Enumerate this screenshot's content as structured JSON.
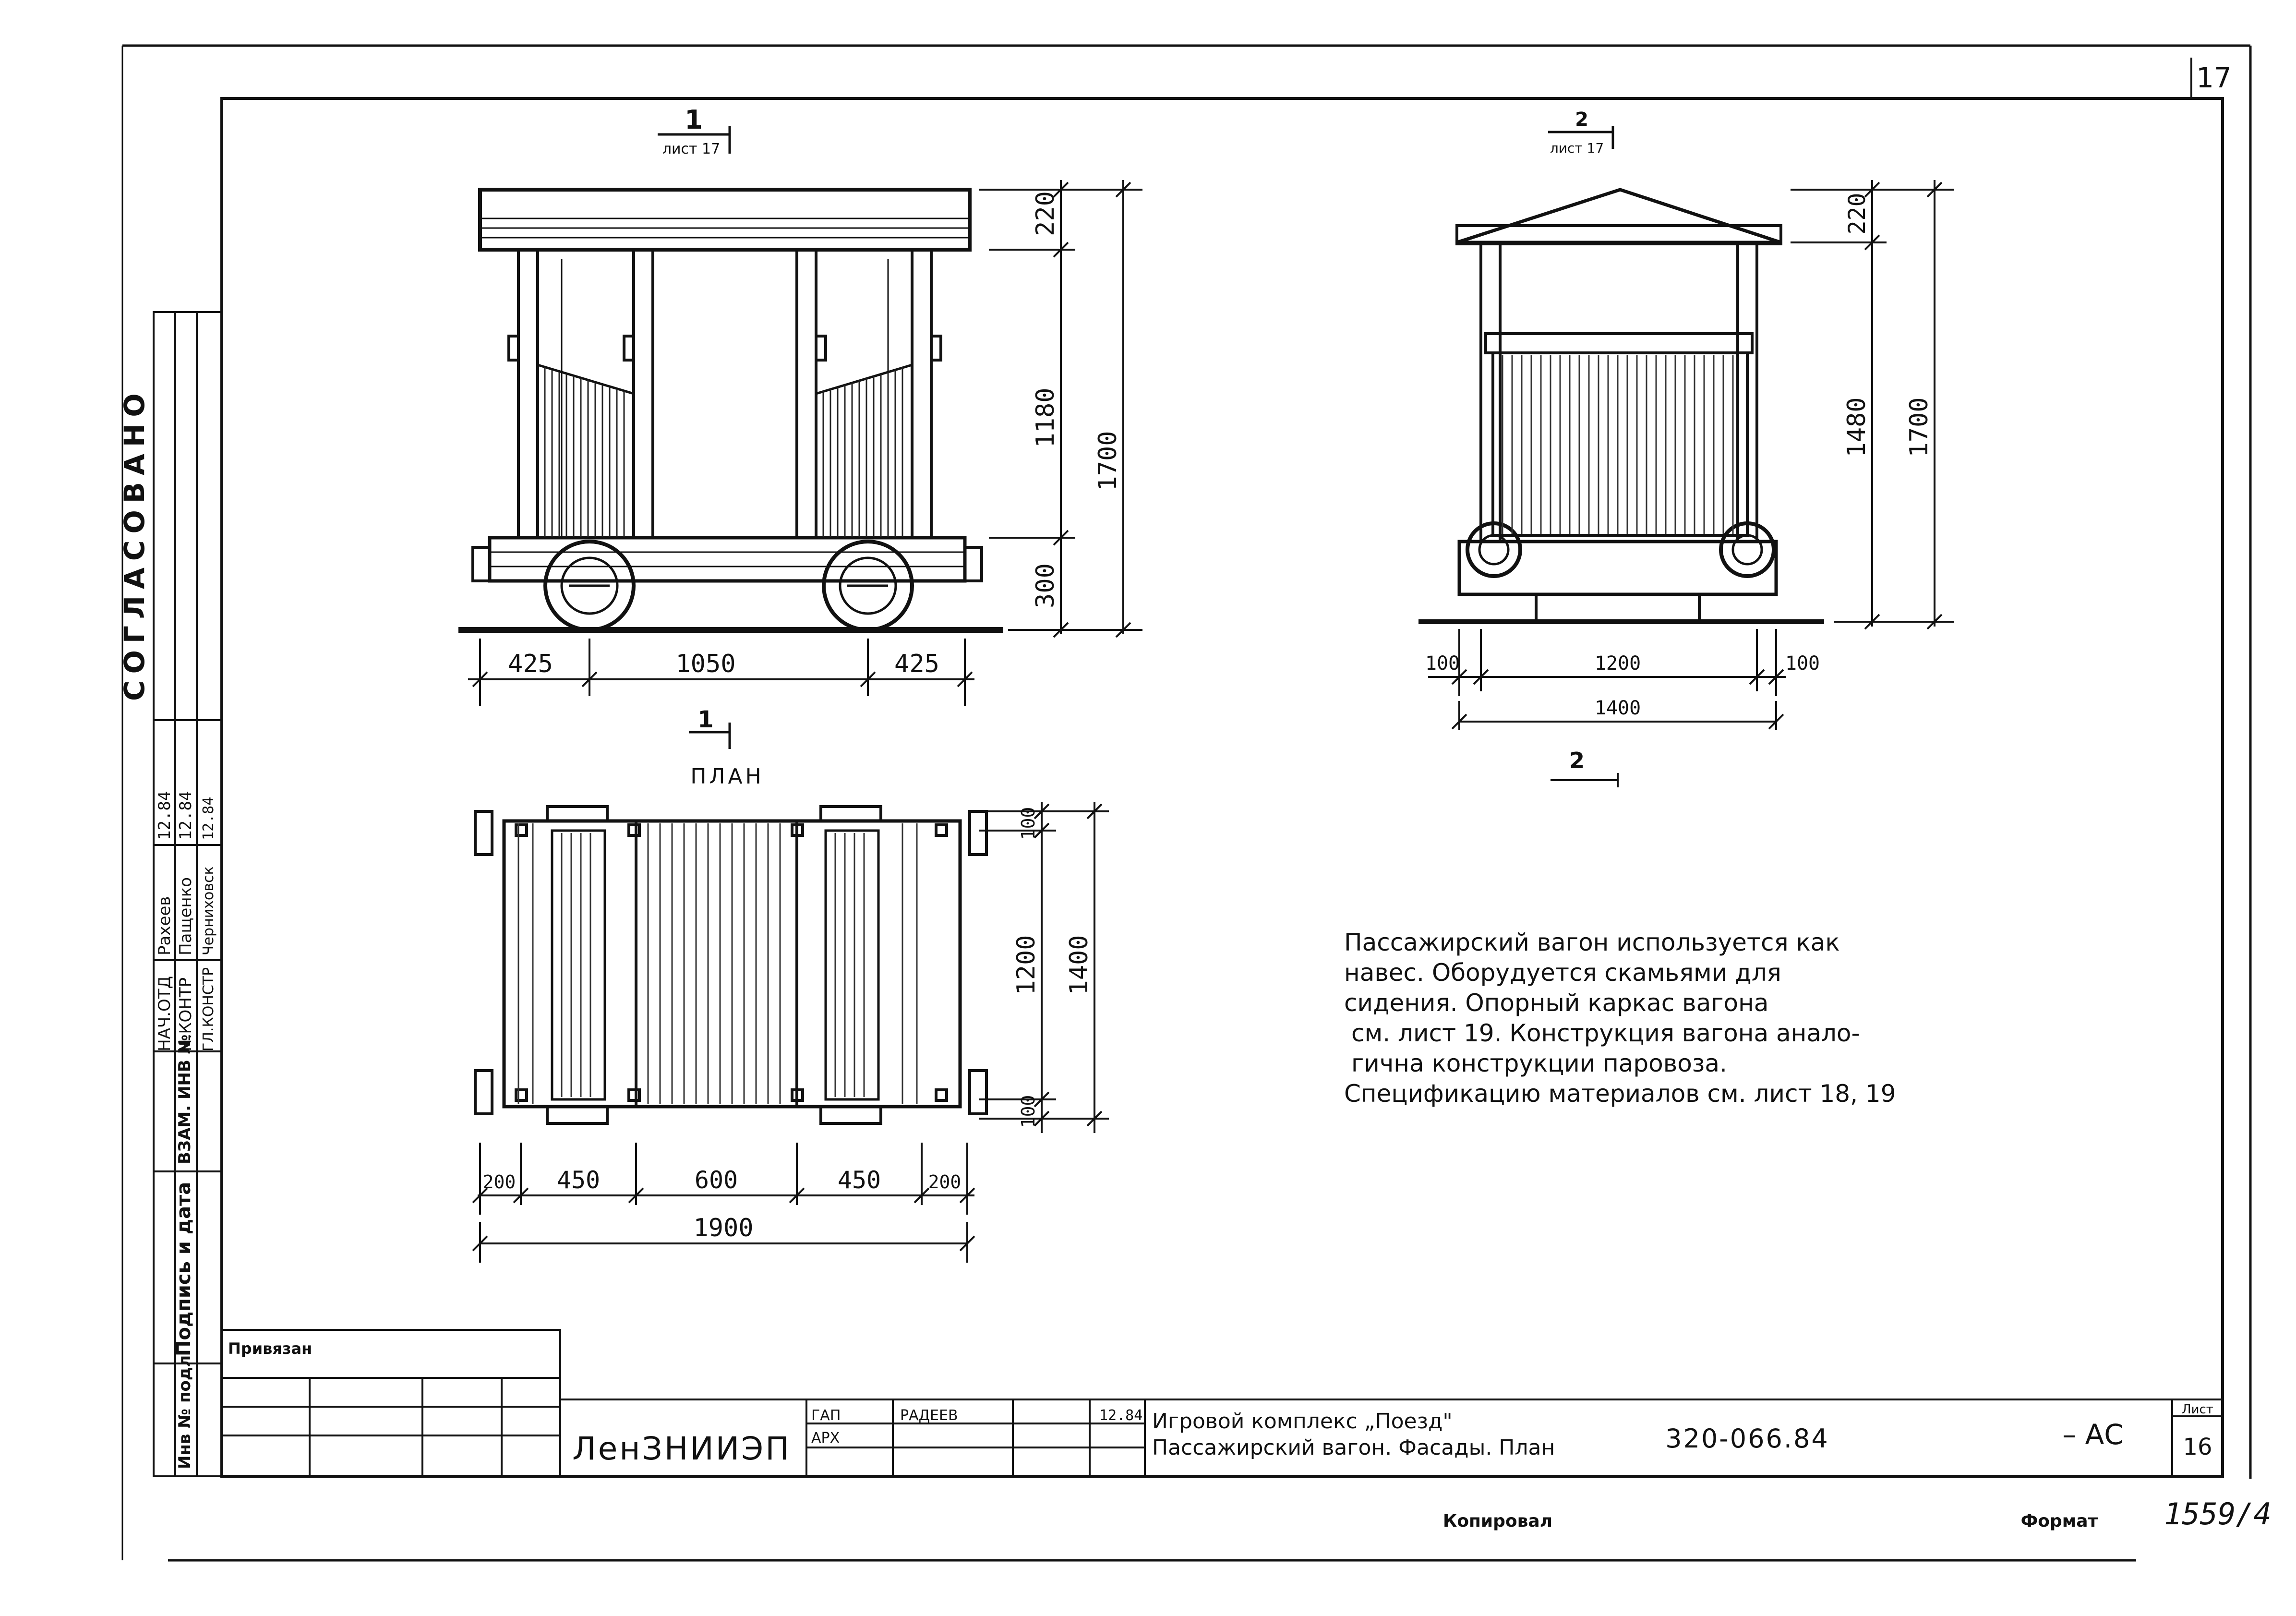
{
  "sheet": {
    "sheet_number_top": "17",
    "format_label": "Формат",
    "copied_label": "Копировал",
    "archive_number": "1559/4"
  },
  "side_stamp": {
    "approved": "СОГЛАСОВАНО",
    "rows": [
      {
        "role": "НАЧ.ОТД",
        "name": "Рахеев",
        "date": "12.84"
      },
      {
        "role": "Н.КОНТР",
        "name": "Пащенко",
        "date": "12.84"
      },
      {
        "role": "ГЛ.КОНСТР",
        "name": "Черниховск",
        "date": "12.84"
      }
    ],
    "inv_replace": "ВЗАМ. ИНВ №",
    "sign_date": "Подпись и дата",
    "inv_orig": "Инв № подл"
  },
  "bound_block": {
    "label": "Привязан"
  },
  "title_block": {
    "org": "ЛенЗНИИЭП",
    "roles": [
      {
        "role": "ГАП",
        "name": "РАДЕЕВ",
        "date": "12.84"
      },
      {
        "role": "АРХ",
        "name": "",
        "date": ""
      }
    ],
    "project_line1": "Игровой комплекс „Поезд\"",
    "project_line2": "Пассажирский вагон. Фасады. План",
    "code": "320-066.84",
    "stage": "– АС",
    "sheet_label": "Лист",
    "sheet_value": "16"
  },
  "drawings": {
    "front": {
      "section_mark": "1",
      "section_sheet": "лист 17",
      "dims_vertical": [
        "220",
        "1180",
        "300",
        "1700"
      ],
      "dims_horizontal": [
        "425",
        "1050",
        "425"
      ]
    },
    "side": {
      "section_mark": "2",
      "section_sheet": "лист 17",
      "dims_vertical": [
        "220",
        "1480",
        "1700"
      ],
      "dims_horizontal": [
        "100",
        "1200",
        "100",
        "1400"
      ],
      "bottom_mark": "2"
    },
    "plan": {
      "title": "ПЛАН",
      "section_mark": "1",
      "dims_vertical": [
        "100",
        "1200",
        "100",
        "1400"
      ],
      "dims_horizontal": [
        "200",
        "450",
        "600",
        "450",
        "200",
        "1900"
      ]
    }
  },
  "note": {
    "lines": [
      "Пассажирский вагон используется как",
      "навес. Оборудуется скамьями для",
      "сидения. Опорный каркас вагона",
      "см. лист 19. Конструкция вагона анало-",
      "гична конструкции паровоза.",
      "Спецификацию материалов см. лист 18, 19"
    ]
  }
}
